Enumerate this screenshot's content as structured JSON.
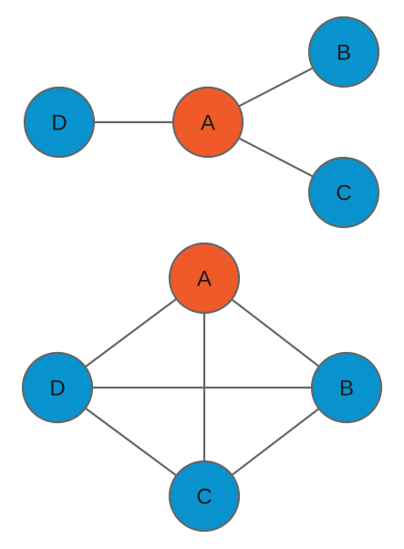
{
  "colors": {
    "hub_fill": "#f05a28",
    "node_fill": "#0893cf",
    "stroke": "#666666",
    "edge": "#666666",
    "label": "#1a1a1a"
  },
  "graphs": [
    {
      "nodes": [
        {
          "id": "A",
          "label": "A",
          "kind": "hub"
        },
        {
          "id": "B",
          "label": "B",
          "kind": "node"
        },
        {
          "id": "C",
          "label": "C",
          "kind": "node"
        },
        {
          "id": "D",
          "label": "D",
          "kind": "node"
        }
      ],
      "edges": [
        [
          "A",
          "B"
        ],
        [
          "A",
          "C"
        ],
        [
          "A",
          "D"
        ]
      ]
    },
    {
      "nodes": [
        {
          "id": "A",
          "label": "A",
          "kind": "hub"
        },
        {
          "id": "B",
          "label": "B",
          "kind": "node"
        },
        {
          "id": "C",
          "label": "C",
          "kind": "node"
        },
        {
          "id": "D",
          "label": "D",
          "kind": "node"
        }
      ],
      "edges": [
        [
          "A",
          "B"
        ],
        [
          "A",
          "C"
        ],
        [
          "A",
          "D"
        ],
        [
          "B",
          "C"
        ],
        [
          "B",
          "D"
        ],
        [
          "C",
          "D"
        ]
      ]
    }
  ]
}
